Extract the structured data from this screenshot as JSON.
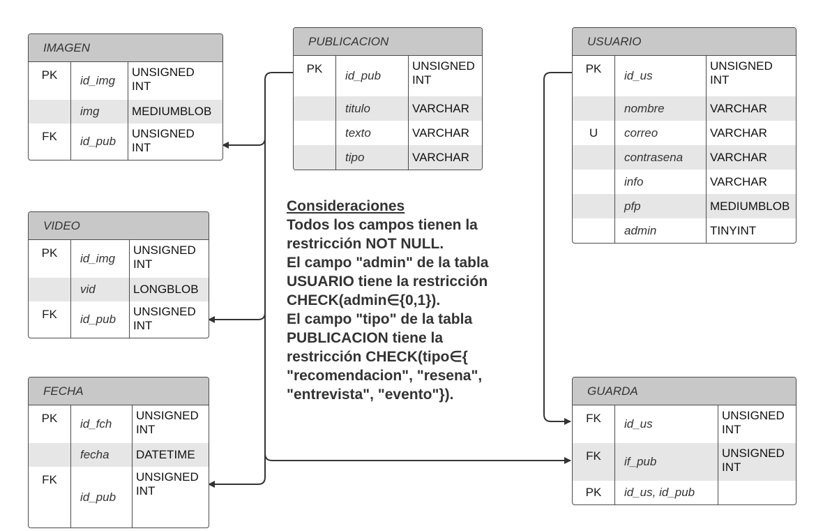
{
  "entities": {
    "imagen": {
      "title": "IMAGEN",
      "rows": [
        {
          "key": "PK",
          "name": "id_img",
          "type": "UNSIGNED\nINT"
        },
        {
          "key": "",
          "name": "img",
          "type": "MEDIUMBLOB"
        },
        {
          "key": "FK",
          "name": "id_pub",
          "type": "UNSIGNED\nINT"
        }
      ]
    },
    "video": {
      "title": "VIDEO",
      "rows": [
        {
          "key": "PK",
          "name": "id_img",
          "type": "UNSIGNED\nINT"
        },
        {
          "key": "",
          "name": "vid",
          "type": "LONGBLOB"
        },
        {
          "key": "FK",
          "name": "id_pub",
          "type": "UNSIGNED\nINT"
        }
      ]
    },
    "fecha": {
      "title": "FECHA",
      "rows": [
        {
          "key": "PK",
          "name": "id_fch",
          "type": "UNSIGNED\nINT"
        },
        {
          "key": "",
          "name": "fecha",
          "type": "DATETIME"
        },
        {
          "key": "FK",
          "name": "id_pub",
          "type": "UNSIGNED\nINT"
        }
      ]
    },
    "publicacion": {
      "title": "PUBLICACION",
      "rows": [
        {
          "key": "PK",
          "name": "id_pub",
          "type": "UNSIGNED\nINT"
        },
        {
          "key": "",
          "name": "titulo",
          "type": "VARCHAR"
        },
        {
          "key": "",
          "name": "texto",
          "type": "VARCHAR"
        },
        {
          "key": "",
          "name": "tipo",
          "type": "VARCHAR"
        }
      ]
    },
    "usuario": {
      "title": "USUARIO",
      "rows": [
        {
          "key": "PK",
          "name": "id_us",
          "type": "UNSIGNED\nINT"
        },
        {
          "key": "",
          "name": "nombre",
          "type": "VARCHAR"
        },
        {
          "key": "U",
          "name": "correo",
          "type": "VARCHAR"
        },
        {
          "key": "",
          "name": "contrasena",
          "type": "VARCHAR"
        },
        {
          "key": "",
          "name": "info",
          "type": "VARCHAR"
        },
        {
          "key": "",
          "name": "pfp",
          "type": "MEDIUMBLOB"
        },
        {
          "key": "",
          "name": "admin",
          "type": "TINYINT"
        }
      ]
    },
    "guarda": {
      "title": "GUARDA",
      "rows": [
        {
          "key": "FK",
          "name": "id_us",
          "type": "UNSIGNED\nINT"
        },
        {
          "key": "FK",
          "name": "if_pub",
          "type": "UNSIGNED\nINT"
        },
        {
          "key": "PK",
          "name": "id_us, id_pub",
          "type": ""
        }
      ]
    }
  },
  "notes": {
    "title": "Consideraciones",
    "lines": [
      "Todos los campos tienen la\nrestricción NOT NULL.",
      "El campo \"admin\" de la tabla\nUSUARIO tiene la restricción\nCHECK(admin∈{0,1}).",
      "El campo \"tipo\" de la tabla\nPUBLICACION tiene la\nrestricción CHECK(tipo∈{\n\"recomendacion\", \"resena\",\n\"entrevista\", \"evento\"})."
    ]
  },
  "colors": {
    "header_bg": "#c8c8c8",
    "row_shade": "#e6e6e6",
    "border": "#4a4a4a",
    "connector": "#333333"
  }
}
